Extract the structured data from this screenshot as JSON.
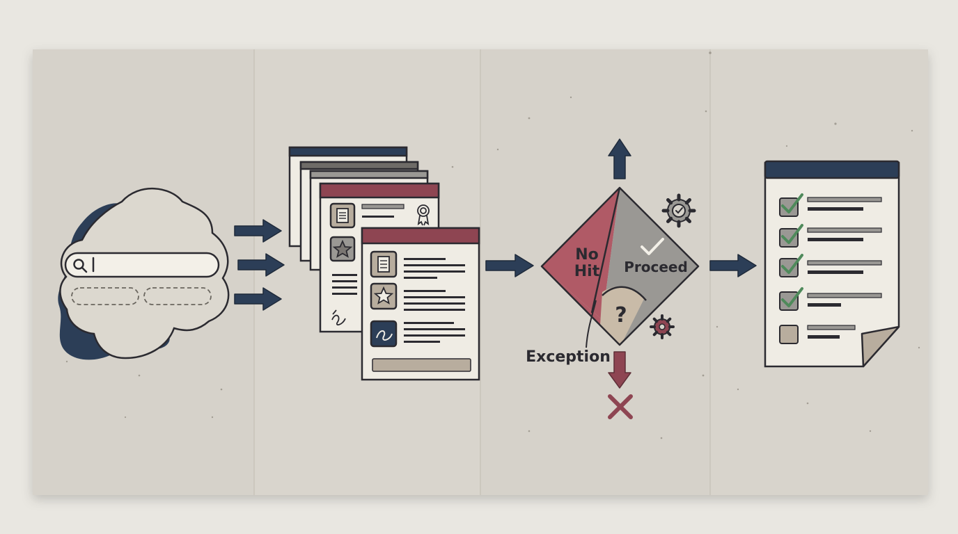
{
  "decision": {
    "no_hit_line1": "No",
    "no_hit_line2": "Hit",
    "proceed": "Proceed",
    "question": "?",
    "exception": "Exception"
  },
  "colors": {
    "paper": "#d6d2ca",
    "navy": "#2c3e57",
    "maroon": "#8e4552",
    "rose": "#b05a66",
    "gray": "#9a9894",
    "green": "#4f8a5b",
    "ink": "#2b2a30",
    "cream": "#efece4",
    "tan": "#b8ad9e"
  },
  "icons": [
    "search-icon",
    "document-icon",
    "star-icon",
    "signature-icon",
    "award-ribbon-icon",
    "gear-icon",
    "checkmark-icon",
    "cross-icon"
  ]
}
